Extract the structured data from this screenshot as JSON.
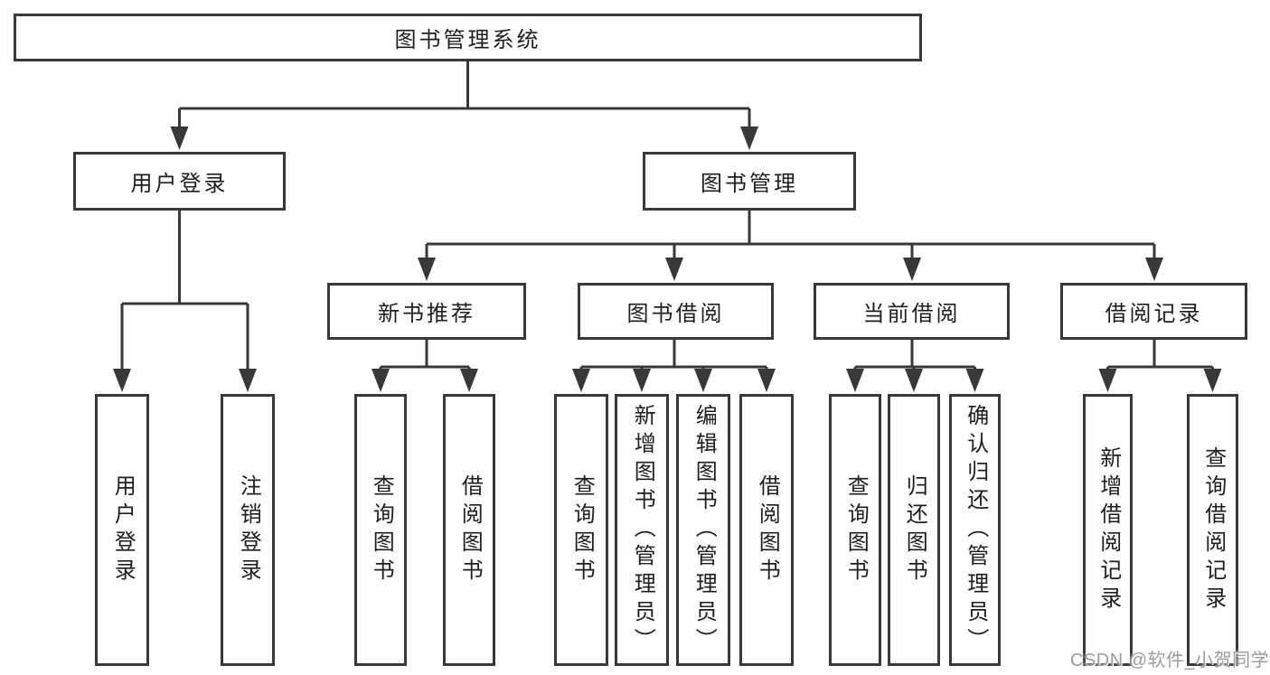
{
  "tree": {
    "root": {
      "label": "图书管理系统",
      "children": [
        {
          "label": "用户登录",
          "children": [
            {
              "label": "用户登录"
            },
            {
              "label": "注销登录"
            }
          ]
        },
        {
          "label": "图书管理",
          "children": [
            {
              "label": "新书推荐",
              "children": [
                {
                  "label": "查询图书"
                },
                {
                  "label": "借阅图书"
                }
              ]
            },
            {
              "label": "图书借阅",
              "children": [
                {
                  "label": "查询图书"
                },
                {
                  "label": "新增图书（管理员）"
                },
                {
                  "label": "编辑图书（管理员）"
                },
                {
                  "label": "借阅图书"
                }
              ]
            },
            {
              "label": "当前借阅",
              "children": [
                {
                  "label": "查询图书"
                },
                {
                  "label": "归还图书"
                },
                {
                  "label": "确认归还（管理员）"
                }
              ]
            },
            {
              "label": "借阅记录",
              "children": [
                {
                  "label": "新增借阅记录"
                },
                {
                  "label": "查询借阅记录"
                }
              ]
            }
          ]
        }
      ]
    }
  },
  "watermark": {
    "text": "CSDN @软件_小贺同学"
  },
  "colors": {
    "line": "#383838",
    "text": "#1e1e1e",
    "background": "#ffffff",
    "watermark": "#9c9c9c"
  }
}
